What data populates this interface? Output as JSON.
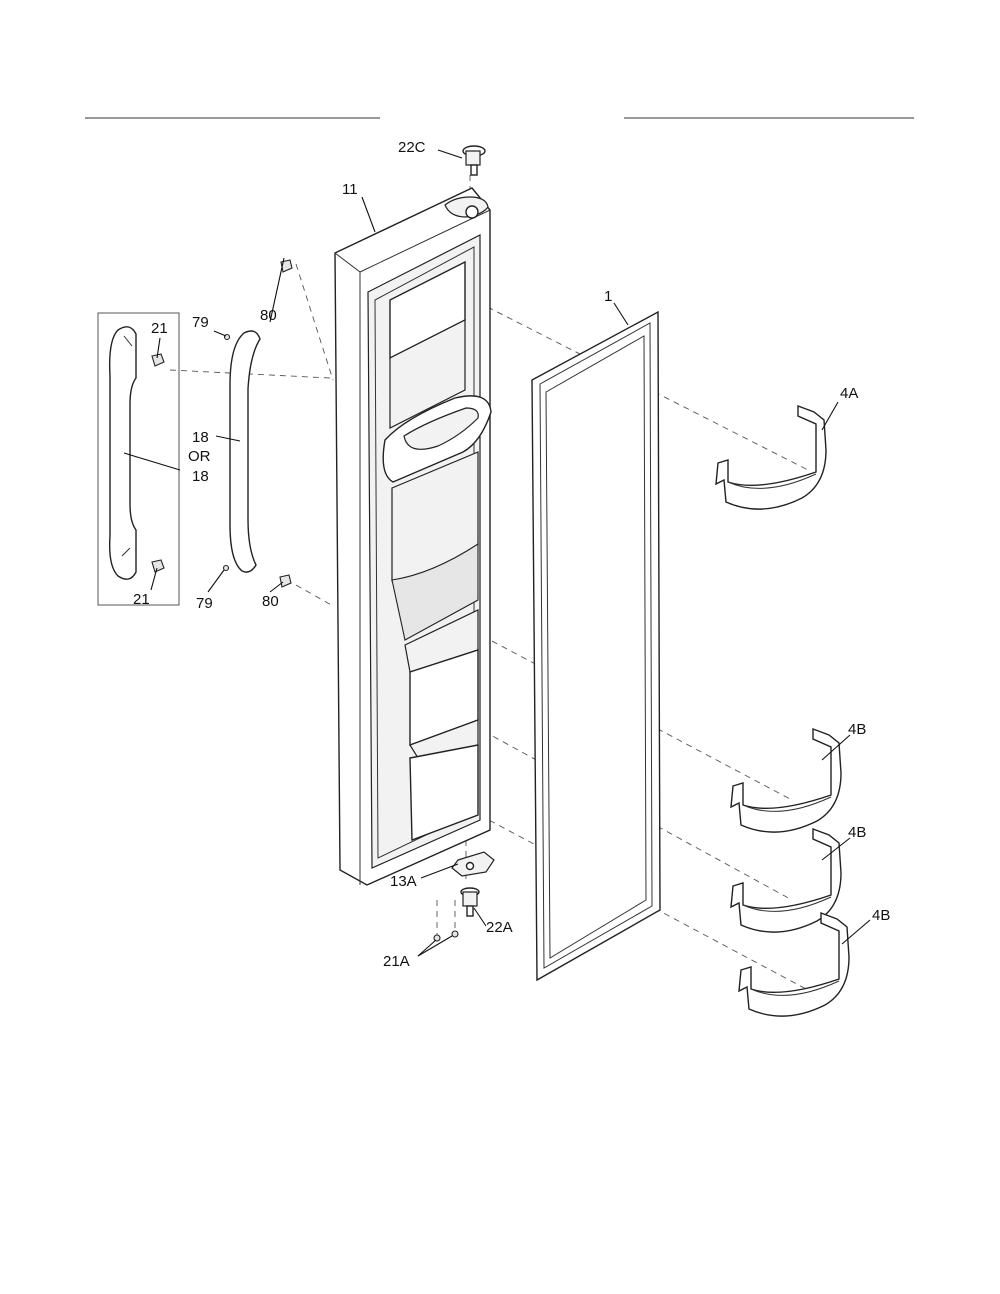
{
  "diagram": {
    "callouts": {
      "c22c": "22C",
      "c11": "11",
      "c1": "1",
      "c4a": "4A",
      "c79_top": "79",
      "c80_top": "80",
      "c21_top": "21",
      "c18_a": "18",
      "c_or": "OR",
      "c18_b": "18",
      "c21_bottom": "21",
      "c79_bottom": "79",
      "c80_bottom": "80",
      "c4b_1": "4B",
      "c4b_2": "4B",
      "c4b_3": "4B",
      "c13a": "13A",
      "c22a": "22A",
      "c21a": "21A"
    }
  }
}
